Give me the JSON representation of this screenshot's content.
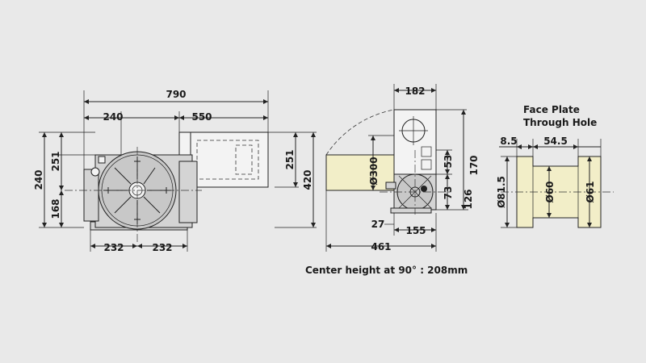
{
  "front_view": {
    "overall_width": "790",
    "left_part": "240",
    "right_part": "550",
    "height_total": "240",
    "height_upper": "251",
    "height_lower": "168",
    "height_right_inner": "251",
    "height_right_outer": "420",
    "bottom_left": "232",
    "bottom_right": "232"
  },
  "side_view": {
    "top_width": "182",
    "table_diameter": "Ø300",
    "dim_53": "53",
    "dim_73": "73",
    "dim_126": "126",
    "dim_170": "170",
    "dim_27": "27",
    "dim_155": "155",
    "dim_461": "461",
    "center_height_note": "Center height at 90° : 208mm"
  },
  "face_plate": {
    "title_line1": "Face Plate",
    "title_line2": "Through Hole",
    "dim_8_5": "8.5",
    "dim_54_5": "54.5",
    "dia_81_5": "Ø81.5",
    "dia_60": "Ø60",
    "dia_61": "Ø61"
  },
  "colors": {
    "background": "#e9e9e9",
    "body_fill": "#d4d4d4",
    "cream_fill": "#f2eec8"
  }
}
